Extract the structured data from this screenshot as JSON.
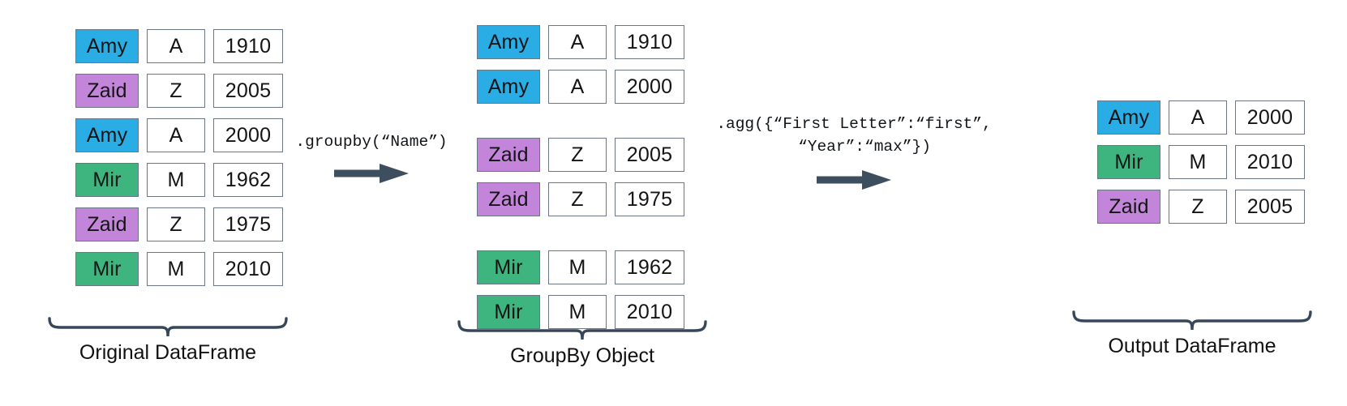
{
  "diagram": {
    "title": "pandas groupby and aggregate flow",
    "colors": {
      "blue": "#2aace4",
      "purple": "#c285da",
      "green": "#3eb57f",
      "border": "#6b7786",
      "arrow": "#3d4e5e",
      "brace": "#36475a",
      "text": "#111111",
      "background": "#ffffff"
    }
  },
  "original": {
    "caption": "Original DataFrame",
    "rows": [
      {
        "name": "Amy",
        "initial": "A",
        "year": "1910",
        "color": "blue"
      },
      {
        "name": "Zaid",
        "initial": "Z",
        "year": "2005",
        "color": "purple"
      },
      {
        "name": "Amy",
        "initial": "A",
        "year": "2000",
        "color": "blue"
      },
      {
        "name": "Mir",
        "initial": "M",
        "year": "1962",
        "color": "green"
      },
      {
        "name": "Zaid",
        "initial": "Z",
        "year": "1975",
        "color": "purple"
      },
      {
        "name": "Mir",
        "initial": "M",
        "year": "2010",
        "color": "green"
      }
    ]
  },
  "op_groupby": {
    "code": ".groupby(“Name”)",
    "icon": "right-arrow-icon"
  },
  "groupby_object": {
    "caption": "GroupBy Object",
    "groups": [
      {
        "key": "Amy",
        "rows": [
          {
            "name": "Amy",
            "initial": "A",
            "year": "1910",
            "color": "blue"
          },
          {
            "name": "Amy",
            "initial": "A",
            "year": "2000",
            "color": "blue"
          }
        ]
      },
      {
        "key": "Zaid",
        "rows": [
          {
            "name": "Zaid",
            "initial": "Z",
            "year": "2005",
            "color": "purple"
          },
          {
            "name": "Zaid",
            "initial": "Z",
            "year": "1975",
            "color": "purple"
          }
        ]
      },
      {
        "key": "Mir",
        "rows": [
          {
            "name": "Mir",
            "initial": "M",
            "year": "1962",
            "color": "green"
          },
          {
            "name": "Mir",
            "initial": "M",
            "year": "2010",
            "color": "green"
          }
        ]
      }
    ]
  },
  "op_agg": {
    "code_line1": ".agg({“First Letter”:“first”,",
    "code_line2": "“Year”:“max”})",
    "icon": "right-arrow-icon"
  },
  "output": {
    "caption": "Output DataFrame",
    "rows": [
      {
        "name": "Amy",
        "initial": "A",
        "year": "2000",
        "color": "blue"
      },
      {
        "name": "Mir",
        "initial": "M",
        "year": "2010",
        "color": "green"
      },
      {
        "name": "Zaid",
        "initial": "Z",
        "year": "2005",
        "color": "purple"
      }
    ]
  }
}
